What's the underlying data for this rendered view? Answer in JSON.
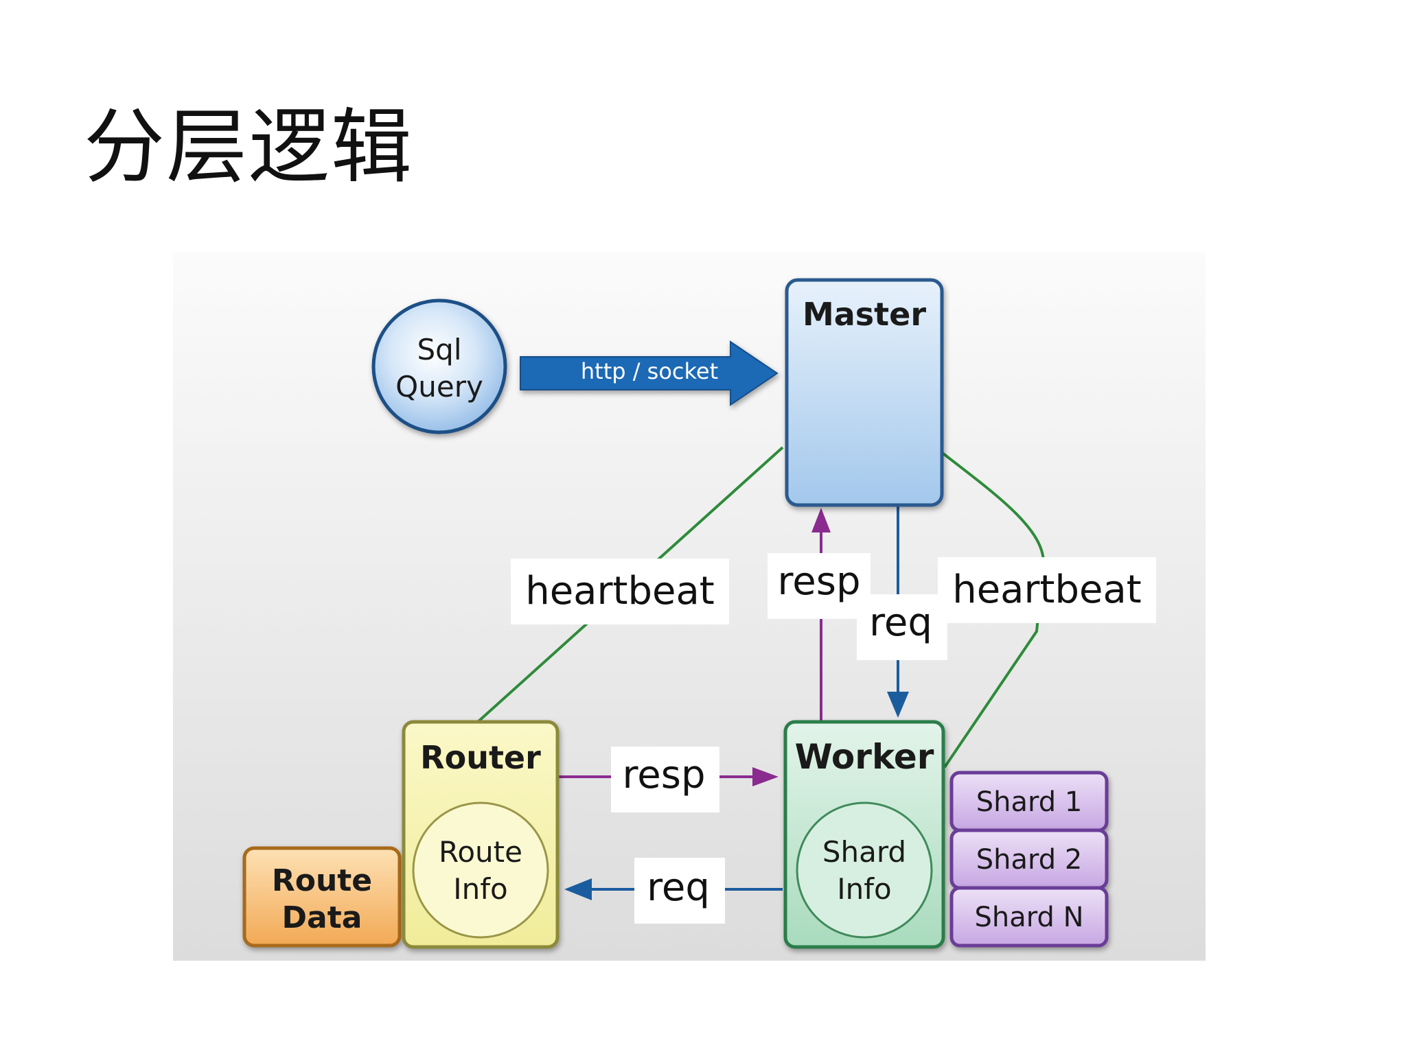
{
  "slide": {
    "title": "分层逻辑"
  },
  "diagram": {
    "sql_query": {
      "line1": "Sql",
      "line2": "Query"
    },
    "transport": "http / socket",
    "master": "Master",
    "router": {
      "title": "Router",
      "inner_line1": "Route",
      "inner_line2": "Info"
    },
    "route_data": {
      "line1": "Route",
      "line2": "Data"
    },
    "worker": {
      "title": "Worker",
      "inner_line1": "Shard",
      "inner_line2": "Info"
    },
    "shards": [
      "Shard 1",
      "Shard 2",
      "Shard N"
    ],
    "edge_labels": {
      "heartbeat_left": "heartbeat",
      "heartbeat_right": "heartbeat",
      "resp_master": "resp",
      "req_master": "req",
      "resp_router": "resp",
      "req_router": "req"
    },
    "colors": {
      "heartbeat": "#2e8b3a",
      "resp": "#8a2b8f",
      "req": "#1b5c9e",
      "arrow_blue": "#1d69b5"
    }
  }
}
